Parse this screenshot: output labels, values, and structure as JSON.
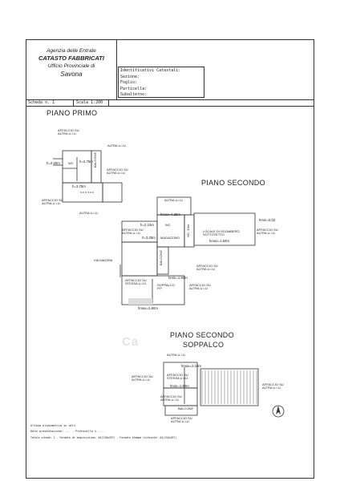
{
  "header": {
    "agency_line1": "Agenzia delle Entrate",
    "agency_line2": "CATASTO FABBRICATI",
    "agency_line3": "Ufficio Provinciale di",
    "agency_line4": "Savona",
    "ident_lines": [
      "Identificativi Catastali:",
      "Sezione:",
      "Foglio:",
      "Particella:",
      "Subalterno:"
    ],
    "scheda": "Scheda n. 1",
    "scala": "Scala 1:200"
  },
  "plans": {
    "piano_primo": {
      "title": "PIANO PRIMO",
      "labels": [
        "AFFACCIO SU\nALTRA U.I.U.",
        "ALTRA U.I.U.",
        "h=2.60m",
        "WC",
        "h=2.75m",
        "BALCONE",
        "AFFACCIO SU\nALTRA U.I.U.",
        "h=3.75m",
        "AFFACCIO SU\nALTRA U.I.U.",
        "ALTRA U.I.U."
      ]
    },
    "piano_secondo": {
      "title": "PIANO SECONDO",
      "labels": [
        "ALTRA U.I.U.",
        "hmax=4.25m",
        "hmin=0.02",
        "WC",
        "h=2.10m",
        "AFFACCIO SU\nALTRA U.I.U.",
        "h=3.25m",
        "MAGAZZINO",
        "HC. 10m",
        "LOCALE DI SGOMBERO\nSOTTOTETTO",
        "hmax=1.60m",
        "AFFACCIO SU\nALTRA U.I.U.",
        "VIA MAZZINI",
        "BALCONE",
        "AFFACCIO SU\nALTRA U.I.U.",
        "AFFACCIO SU\nSTESSA U.I.U.",
        "SOPPALCO\nP.P.",
        "hmin=1.90m",
        "AFFACCIO SU\nALTRA U.I.U.",
        "hmax=2.80m"
      ]
    },
    "piano_secondo_soppalco": {
      "title_line1": "PIANO SECONDO",
      "title_line2": "SOPPALCO",
      "labels": [
        "ALTRA U.I.U.",
        "hmax=2.10m",
        "AFFACCIO SU\nALTRA U.I.U.",
        "AFFACCIO SU\nSTESSA U.I.U.",
        "hmin=1.90m",
        "AFFACCIO SU\nALTRA U.I.U.",
        "AFFACCIO SU\nALTRA U.I.U.",
        "BALCONE",
        "AFFACCIO SU\nALTRA U.I.U."
      ]
    }
  },
  "watermark": "Ca",
  "footer": {
    "line1": "Ultima planimetria in atti",
    "line2": "Data presentazione: ... - Protocollo n. ...",
    "line3": "Totale schede: 1 - Formato di acquisizione: A4(210x297) - Formato stampa richiesto: A4(210x297)"
  }
}
